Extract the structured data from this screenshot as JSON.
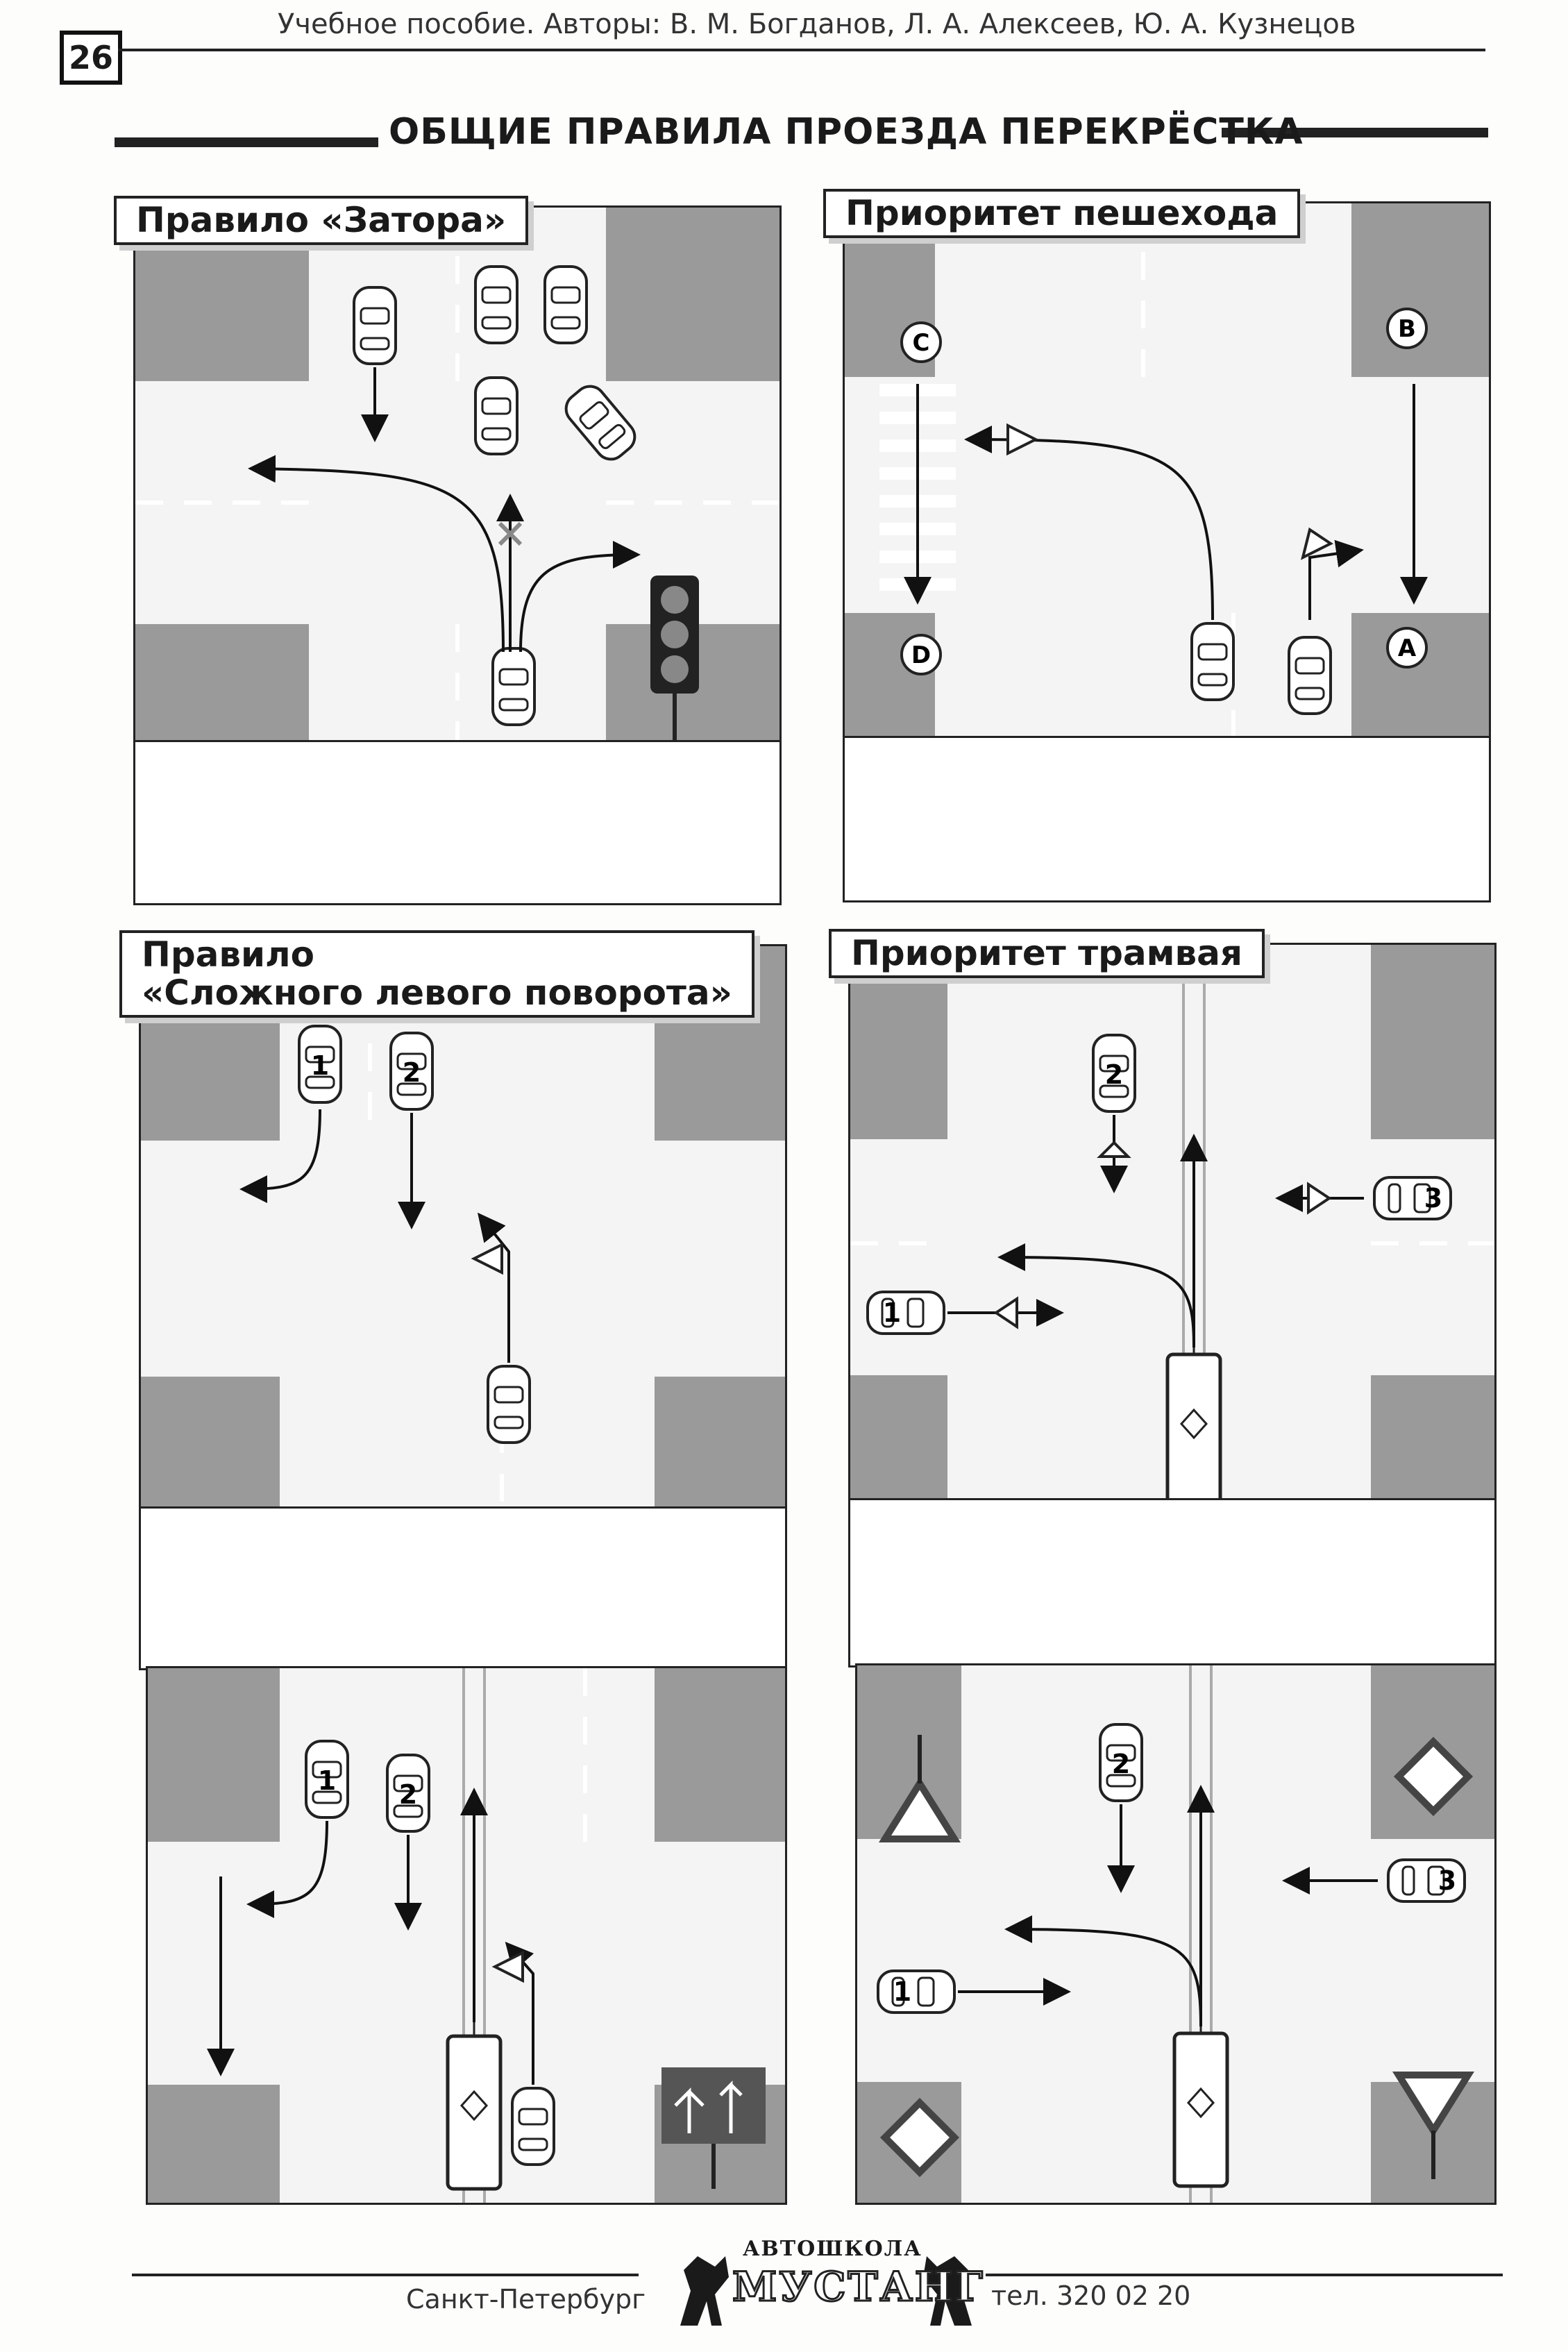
{
  "header": {
    "page_number": "26",
    "text": "Учебное пособие. Авторы: В. М. Богданов, Л. А. Алексеев, Ю. А. Кузнецов"
  },
  "section": {
    "title": "ОБЩИЕ ПРАВИЛА ПРОЕЗДА ПЕРЕКРЁСТКА"
  },
  "panels": [
    {
      "title": "Правило «Затора»"
    },
    {
      "title": "Приоритет пешехода",
      "labels": [
        "C",
        "B",
        "D",
        "A"
      ]
    },
    {
      "title_line1": "Правило",
      "title_line2": "«Сложного левого поворота»",
      "car_labels": [
        "1",
        "2"
      ]
    },
    {
      "title": "Приоритет трамвая",
      "car_labels": [
        "2",
        "3",
        "1"
      ]
    }
  ],
  "lower_panels": [
    {
      "car_labels": [
        "1",
        "2"
      ]
    },
    {
      "car_labels": [
        "2",
        "3",
        "1"
      ]
    }
  ],
  "footer": {
    "city": "Санкт-Петербург",
    "phone": "тел. 320 02 20",
    "logo_top": "АВТОШКОЛА",
    "logo_main": "МУСТАНГ"
  }
}
